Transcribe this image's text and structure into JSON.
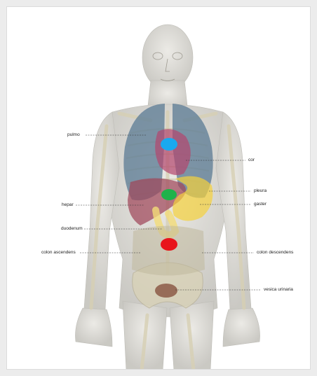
{
  "labels": {
    "pulmo": "pulmo",
    "cor": "cor",
    "pleura": "pleura",
    "hepar": "hepar",
    "gaster": "gaster",
    "duodenum": "duodenum",
    "colon_ascendens": "colon ascendens",
    "colon_descendens": "colon descendens",
    "vesica_urinaria": "vesica urinaria"
  },
  "markers": {
    "heart_marker_color": "#1aa9ef",
    "stomach_marker_color": "#1fb24a",
    "intestine_marker_color": "#e8151c"
  },
  "organ_colors": {
    "lung": "#5f7d96",
    "heart": "#b4466e",
    "liver": "#a0465a",
    "stomach": "#f5d23c",
    "duodenum": "#f3dc78",
    "bladder": "#8c5a46",
    "bone": "#d7d0b4",
    "skin": "#c8c8c4"
  }
}
